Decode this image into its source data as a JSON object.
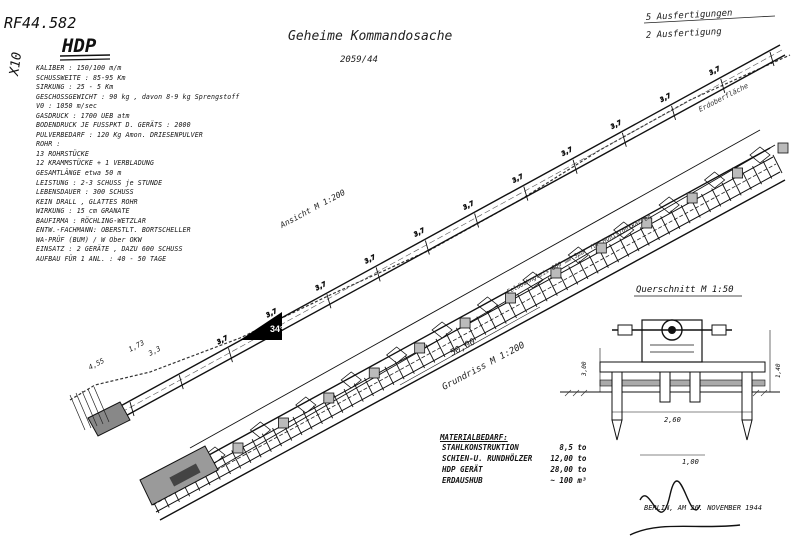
{
  "header": {
    "doc_number": "RF44.582",
    "side_number": "X10",
    "project_code": "HDP",
    "title": "Geheime Kommandosache",
    "title_number": "2059/44",
    "top_right_line1": "5 Ausfertigungen",
    "top_right_line2": "2 Ausfertigung"
  },
  "specs": [
    "KALIBER : 150/100 m/m",
    "SCHUSSWEITE : 85-95 Km",
    "SIRKUNG : 25 - 5 Km",
    "GESCHOSSGEWICHT : 90 kg , davon 8-9 kg Sprengstoff",
    "V0 : 1050 m/sec",
    "GASDRUCK : 1700 UEB atm",
    "BODENDRUCK JE FUSSPKT D. GERÄTS : 2000",
    "PULVERBEDARF : 120 Kg Amon. DRIESENPULVER",
    "ROHR :",
    "        13 ROHRSTÜCKE",
    "        12 KRAMMSTÜCKE + 1 VERBLADUNG",
    "        GESAMTLÄNGE etwa 50 m",
    "LEISTUNG : 2-3 SCHUSS je STUNDE",
    "LEBENSDAUER : 300 SCHUSS",
    "KEIN DRALL , GLATTES ROHR",
    "WIRKUNG : 15 cm GRANATE",
    "BAUFIRMA : RÖCHLING-WETZLAR",
    "ENTW.-FACHMANN: OBERSTLT. BORTSCHELLER",
    "WA-PRÜF (BUM) / W Ober OKW",
    "EINSATZ : 2 GERÄTE , DAZU 600 SCHUSS",
    "AUFBAU FÜR 1 ANL. : 40 - 50 TAGE"
  ],
  "views": {
    "elevation": "Ansicht M 1:200",
    "plan": "Grundriss M 1:200",
    "plan_length": "50,00",
    "rail_note": "Feldbahngleis 600 mm Spur für Munitionskarren",
    "ground_label": "Erdoberfläche",
    "angle": "34°",
    "segment_label": "3,7",
    "chainage_1": "1,73",
    "chainage_2": "3,3",
    "first_label": "4,55"
  },
  "section": {
    "title": "Querschnitt M 1:50",
    "width": "2,60",
    "base": "1,00",
    "left_dim": "3,00",
    "height": "1,40"
  },
  "material": {
    "title": "MATERIALBEDARF:",
    "rows": [
      {
        "item": "STAHLKONSTRUKTION",
        "value": "8,5 to"
      },
      {
        "item": "SCHIEN-U. RUNDHÖLZER",
        "value": "12,00 to"
      },
      {
        "item": "HDP GERÄT",
        "value": "28,00 to"
      },
      {
        "item": "ERDAUSHUB",
        "value": "~ 100 m³"
      }
    ]
  },
  "footer": {
    "place_date": "BERLIN, AM 26. NOVEMBER 1944"
  }
}
